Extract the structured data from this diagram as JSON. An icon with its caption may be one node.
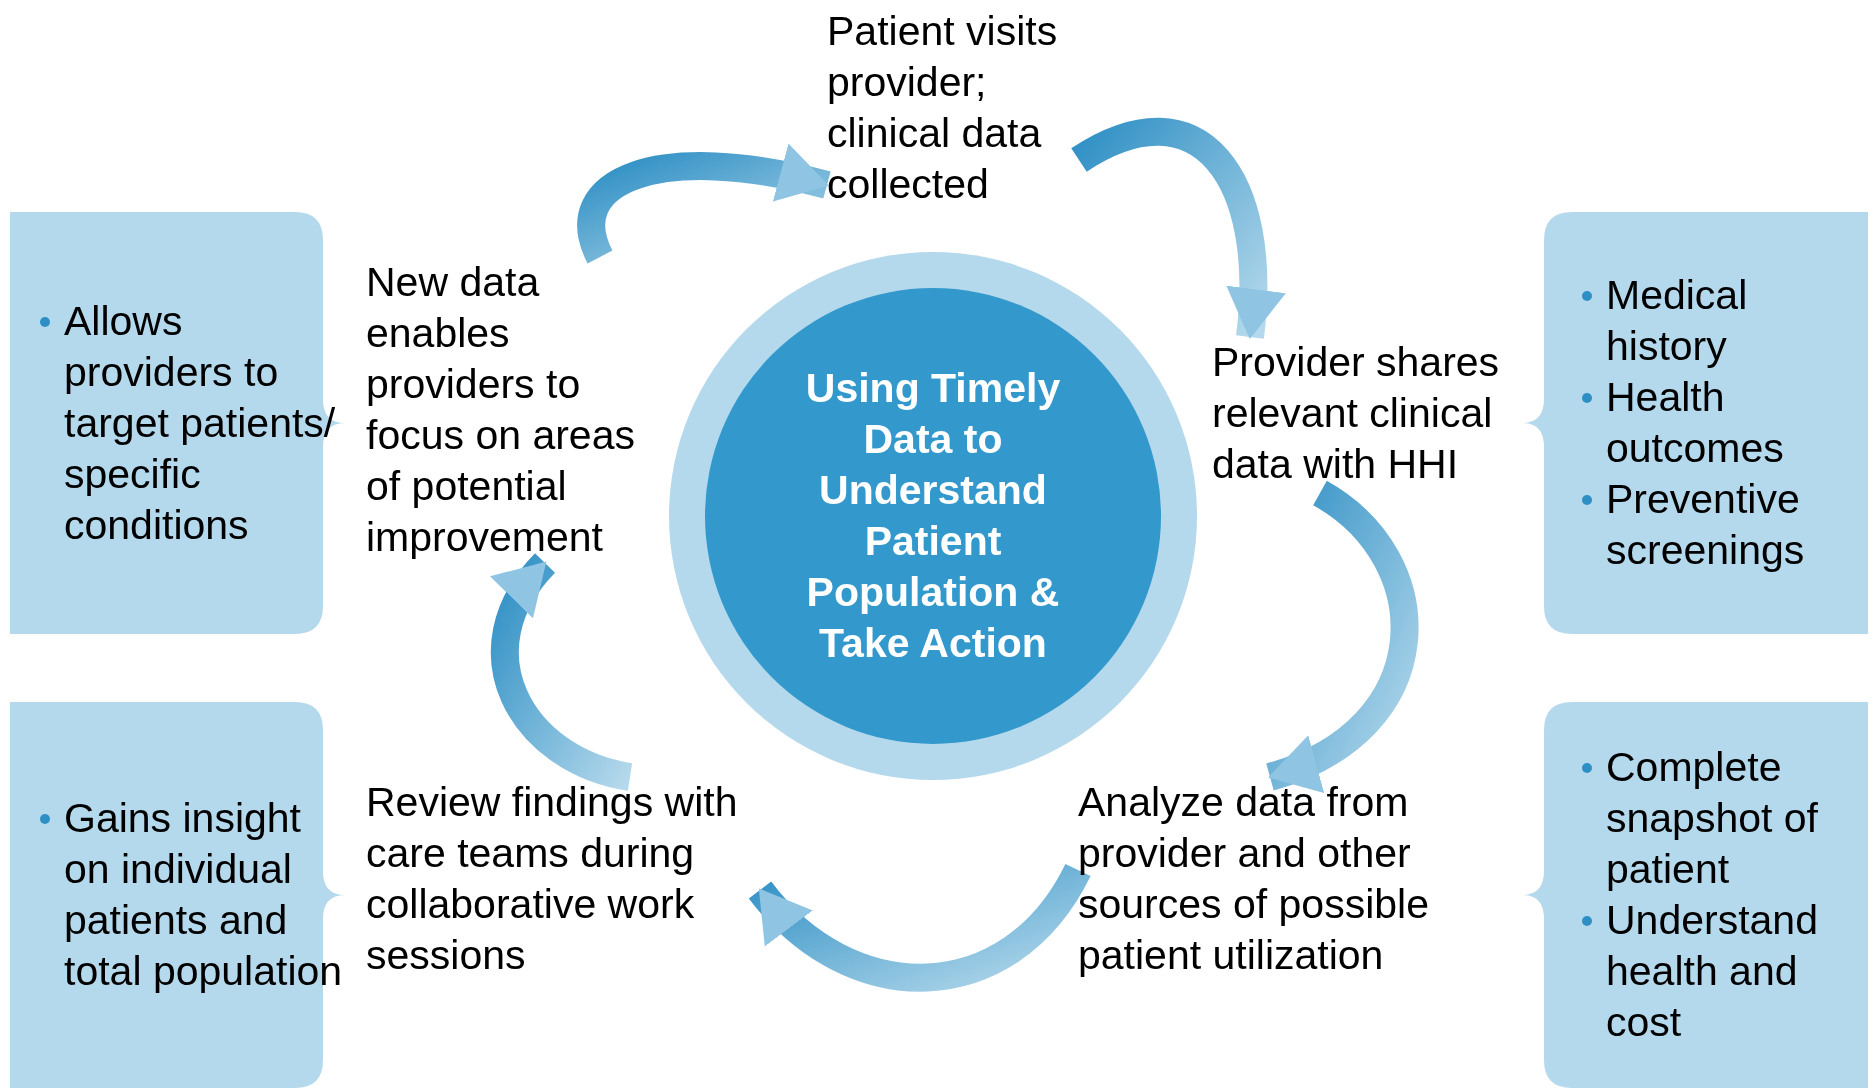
{
  "diagram": {
    "nodes": [
      {
        "text": [
          "Using Timely Data to Understand Patient Population & Take Action"
        ]
      },
      {
        "text": [
          "Patient visits provider; clinical data collected"
        ]
      },
      {
        "text": [
          "Provider shares relevant clinical data with HHI"
        ]
      },
      {
        "text": [
          "Analyze data from provider and other sources of possible patient utilization"
        ]
      },
      {
        "text": [
          "Review findings with care teams during collaborative work sessions"
        ]
      },
      {
        "text": [
          "New data enables providers to focus on areas of potential improvement"
        ]
      },
      {
        "text": [
          "Allows providers to target patients/ specific conditions"
        ]
      },
      {
        "text": [
          "Medical history",
          "Health outcomes",
          "Preventive screenings"
        ]
      },
      {
        "text": [
          "Gains insight on individual patients and total population"
        ]
      },
      {
        "text": [
          "Complete snapshot of patient",
          "Understand health and cost"
        ]
      }
    ],
    "edges": [
      {
        "from": 5,
        "to": 1,
        "arrow": "to"
      },
      {
        "from": 1,
        "to": 2,
        "arrow": "to"
      },
      {
        "from": 2,
        "to": 3,
        "arrow": "to"
      },
      {
        "from": 3,
        "to": 4,
        "arrow": "to"
      },
      {
        "from": 4,
        "to": 5,
        "arrow": "to"
      }
    ]
  }
}
